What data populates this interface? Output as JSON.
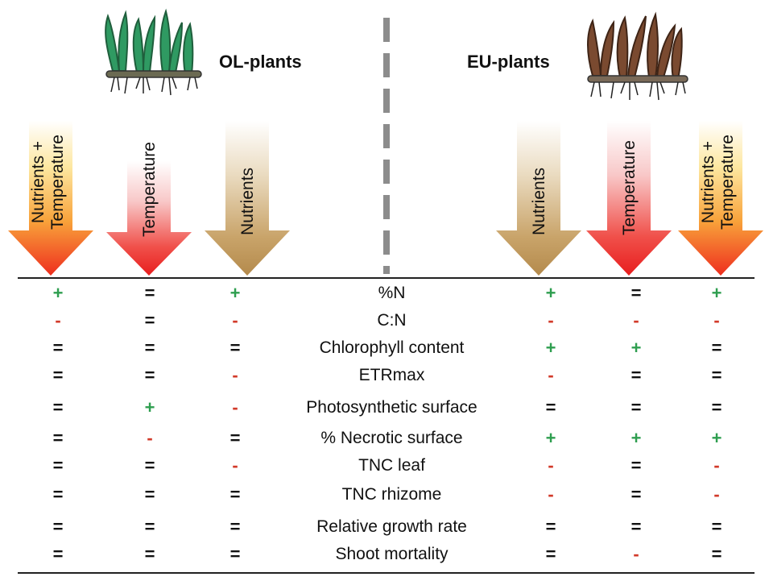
{
  "groups": {
    "ol": {
      "title": "OL-plants",
      "color": "#2f9a62"
    },
    "eu": {
      "title": "EU-plants",
      "color": "#7a4a30"
    }
  },
  "treatments": {
    "nutrients_temperature": {
      "line1": "Nutrients +",
      "line2": "Temperature"
    },
    "temperature": {
      "label": "Temperature"
    },
    "nutrients": {
      "label": "Nutrients"
    }
  },
  "legend_symbols": {
    "plus": "+",
    "minus": "-",
    "equal": "="
  },
  "symbol_colors": {
    "plus": "#2e9e4f",
    "minus": "#d23a2a",
    "equal": "#111111"
  },
  "columns": [
    "OL: Nutrients + Temperature",
    "OL: Temperature",
    "OL: Nutrients",
    "EU: Nutrients",
    "EU: Temperature",
    "EU: Nutrients + Temperature"
  ],
  "rows": [
    {
      "param": "%N",
      "values": [
        "+",
        "=",
        "+",
        "+",
        "=",
        "+"
      ]
    },
    {
      "param": "C:N",
      "values": [
        "-",
        "=",
        "-",
        "-",
        "-",
        "-"
      ]
    },
    {
      "param": "Chlorophyll content",
      "values": [
        "=",
        "=",
        "=",
        "+",
        "+",
        "="
      ]
    },
    {
      "param": "ETRmax",
      "values": [
        "=",
        "=",
        "-",
        "-",
        "=",
        "="
      ]
    },
    {
      "param": "Photosynthetic surface",
      "values": [
        "=",
        "+",
        "-",
        "=",
        "=",
        "="
      ]
    },
    {
      "param": "% Necrotic surface",
      "values": [
        "=",
        "-",
        "=",
        "+",
        "+",
        "+"
      ]
    },
    {
      "param": "TNC leaf",
      "values": [
        "=",
        "=",
        "-",
        "-",
        "=",
        "-"
      ]
    },
    {
      "param": "TNC rhizome",
      "values": [
        "=",
        "=",
        "=",
        "-",
        "=",
        "-"
      ]
    },
    {
      "param": "Relative growth rate",
      "values": [
        "=",
        "=",
        "=",
        "=",
        "=",
        "="
      ]
    },
    {
      "param": "Shoot mortality",
      "values": [
        "=",
        "=",
        "=",
        "=",
        "-",
        "="
      ]
    }
  ]
}
